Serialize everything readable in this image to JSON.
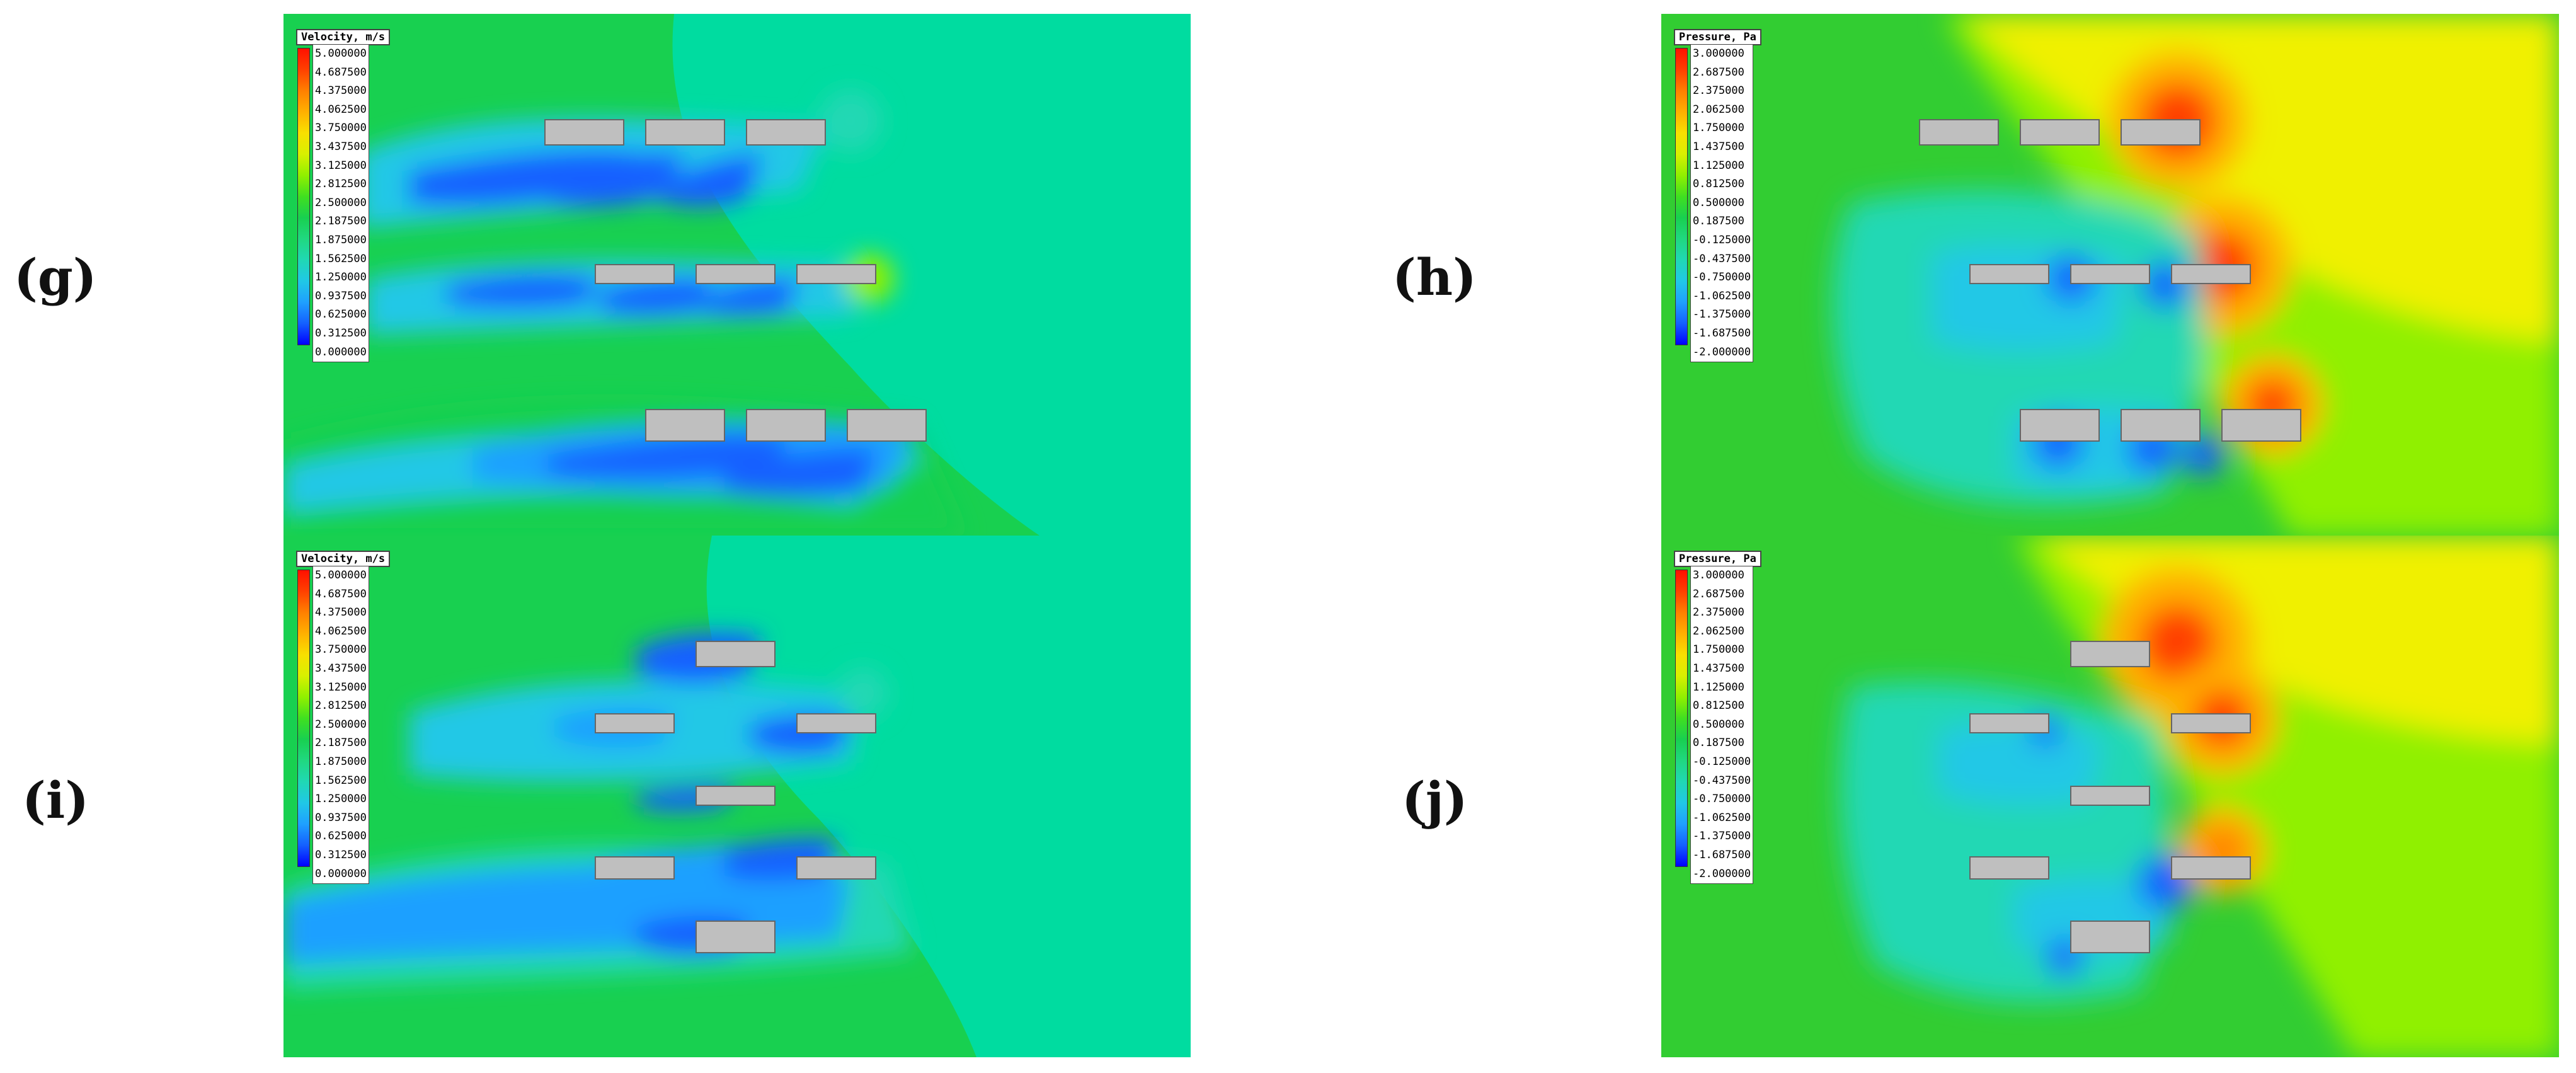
{
  "panels": [
    {
      "id": "g",
      "label": "(g)",
      "legend_title": "Velocity, m/s",
      "ticks": [
        "5.000000",
        "4.687500",
        "4.375000",
        "4.062500",
        "3.750000",
        "3.437500",
        "3.125000",
        "2.812500",
        "2.500000",
        "2.187500",
        "1.875000",
        "1.562500",
        "1.250000",
        "0.937500",
        "0.625000",
        "0.312500",
        "0.000000"
      ]
    },
    {
      "id": "h",
      "label": "(h)",
      "legend_title": "Pressure, Pa",
      "ticks": [
        "3.000000",
        "2.687500",
        "2.375000",
        "2.062500",
        "1.750000",
        "1.437500",
        "1.125000",
        "0.812500",
        "0.500000",
        "0.187500",
        "-0.125000",
        "-0.437500",
        "-0.750000",
        "-1.062500",
        "-1.375000",
        "-1.687500",
        "-2.000000"
      ]
    },
    {
      "id": "i",
      "label": "(i)",
      "legend_title": "Velocity, m/s",
      "ticks": [
        "5.000000",
        "4.687500",
        "4.375000",
        "4.062500",
        "3.750000",
        "3.437500",
        "3.125000",
        "2.812500",
        "2.500000",
        "2.187500",
        "1.875000",
        "1.562500",
        "1.250000",
        "0.937500",
        "0.625000",
        "0.312500",
        "0.000000"
      ]
    },
    {
      "id": "j",
      "label": "(j)",
      "legend_title": "Pressure, Pa",
      "ticks": [
        "3.000000",
        "2.687500",
        "2.375000",
        "2.062500",
        "1.750000",
        "1.437500",
        "1.125000",
        "0.812500",
        "0.500000",
        "0.187500",
        "-0.125000",
        "-0.437500",
        "-0.750000",
        "-1.062500",
        "-1.375000",
        "-1.687500",
        "-2.000000"
      ]
    }
  ],
  "colors": {
    "velocity_background": "#00DCA0",
    "pressure_background": "#32CD32",
    "colormap": [
      "#0000ff",
      "#1460ff",
      "#1fa0ff",
      "#20c8e6",
      "#20d8b4",
      "#20d880",
      "#18d050",
      "#40e020",
      "#90f000",
      "#d8f000",
      "#f8e000",
      "#ffb000",
      "#ff8000",
      "#ff4000",
      "#ff1000"
    ]
  }
}
